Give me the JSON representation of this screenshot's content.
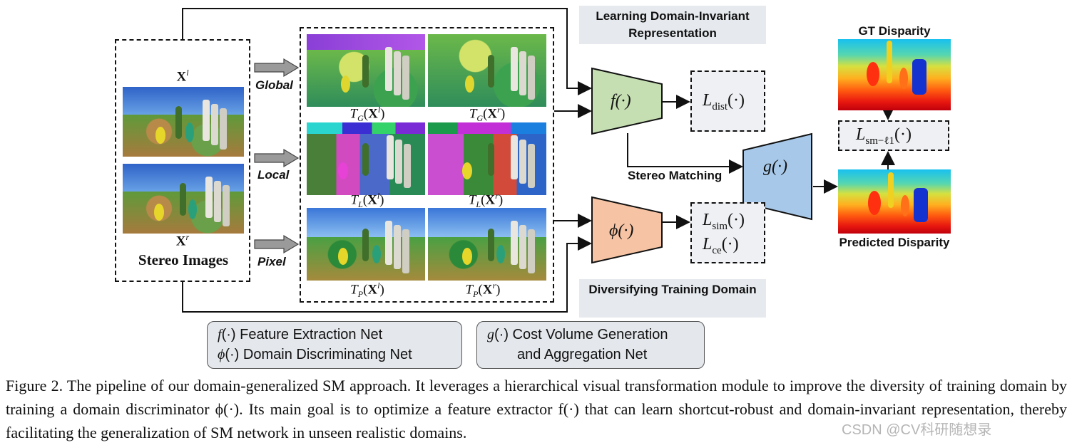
{
  "input": {
    "left_label": "X",
    "left_sup": "l",
    "right_label": "X",
    "right_sup": "r",
    "title": "Stereo Images"
  },
  "transforms": {
    "global": "Global",
    "local": "Local",
    "pixel": "Pixel",
    "labels": [
      {
        "op": "T",
        "sub": "G",
        "img": "X",
        "sup": "l"
      },
      {
        "op": "T",
        "sub": "G",
        "img": "X",
        "sup": "r"
      },
      {
        "op": "T",
        "sub": "L",
        "img": "X",
        "sup": "l"
      },
      {
        "op": "T",
        "sub": "L",
        "img": "X",
        "sup": "r"
      },
      {
        "op": "T",
        "sub": "P",
        "img": "X",
        "sup": "l"
      },
      {
        "op": "T",
        "sub": "P",
        "img": "X",
        "sup": "r"
      }
    ]
  },
  "notes": {
    "top": "Learning Domain-Invariant Representation",
    "bottom": "Diversifying Training Domain",
    "stereo_matching": "Stereo Matching"
  },
  "nets": {
    "f": "f(·)",
    "phi": "ϕ(·)",
    "g": "g(·)"
  },
  "losses": {
    "dist": "dist",
    "sim": "sim",
    "ce": "ce",
    "sm": "sm−ℓ1"
  },
  "outputs": {
    "gt": "GT Disparity",
    "pred": "Predicted Disparity"
  },
  "legend": {
    "f_line": "Feature Extraction Net",
    "phi_line": "Domain Discriminating Net",
    "g_line1": "Cost Volume Generation",
    "g_line2": "and Aggregation Net"
  },
  "caption": "Figure 2.  The pipeline of our domain-generalized SM approach. It leverages a hierarchical visual transformation module to improve the diversity of training domain by training a domain discriminator ϕ(·). Its main goal is to optimize a feature extractor f(·) that can learn shortcut-robust and domain-invariant representation, thereby facilitating the generalization of SM network in unseen realistic domains.",
  "watermark": "CSDN @CV科研随想录",
  "colors": {
    "f_fill": "#c5deb2",
    "phi_fill": "#f6c4a4",
    "g_fill": "#a7c8e8",
    "note_bg": "#e6eaee"
  }
}
